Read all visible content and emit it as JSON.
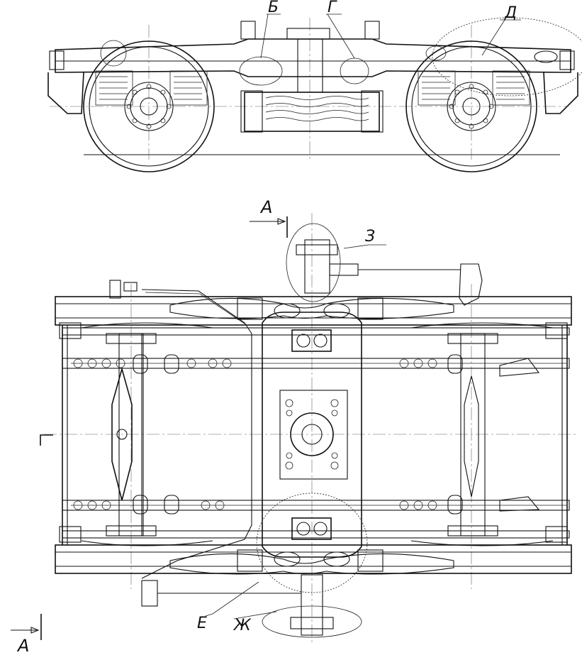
{
  "callouts": {
    "b": "Б",
    "g": "Г",
    "d": "Д",
    "z": "З",
    "e": "Е",
    "zh": "Ж"
  },
  "section": {
    "top_letter": "A",
    "bottom_letter": "A",
    "mark": "Г"
  }
}
